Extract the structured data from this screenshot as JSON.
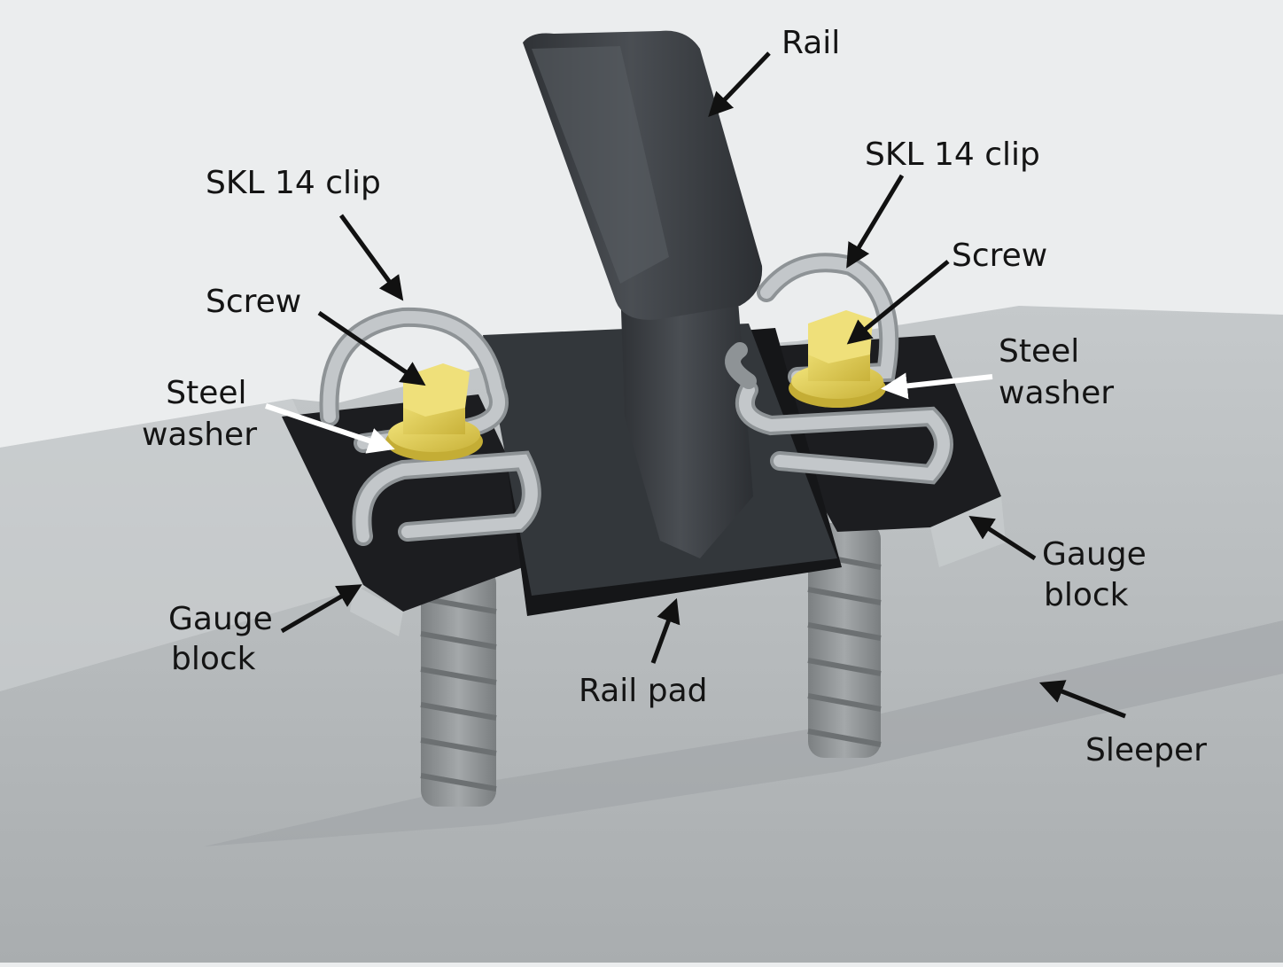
{
  "labels": {
    "rail": "Rail",
    "clip_left": "SKL 14 clip",
    "clip_right": "SKL 14 clip",
    "screw_left": "Screw",
    "screw_right": "Screw",
    "washer_left": [
      "Steel",
      "washer"
    ],
    "washer_right": [
      "Steel",
      "washer"
    ],
    "gauge_left": [
      "Gauge",
      "block"
    ],
    "gauge_right": [
      "Gauge",
      "block"
    ],
    "rail_pad": "Rail pad",
    "sleeper": "Sleeper"
  },
  "colors": {
    "background": "#ebedee",
    "sleeper": "#b7bbbd",
    "rail": "#3e4246",
    "pad": "#1a1b1d",
    "clip": "#b9bdc0",
    "screw": "#e6d35a",
    "anchor": "#8d9193"
  }
}
